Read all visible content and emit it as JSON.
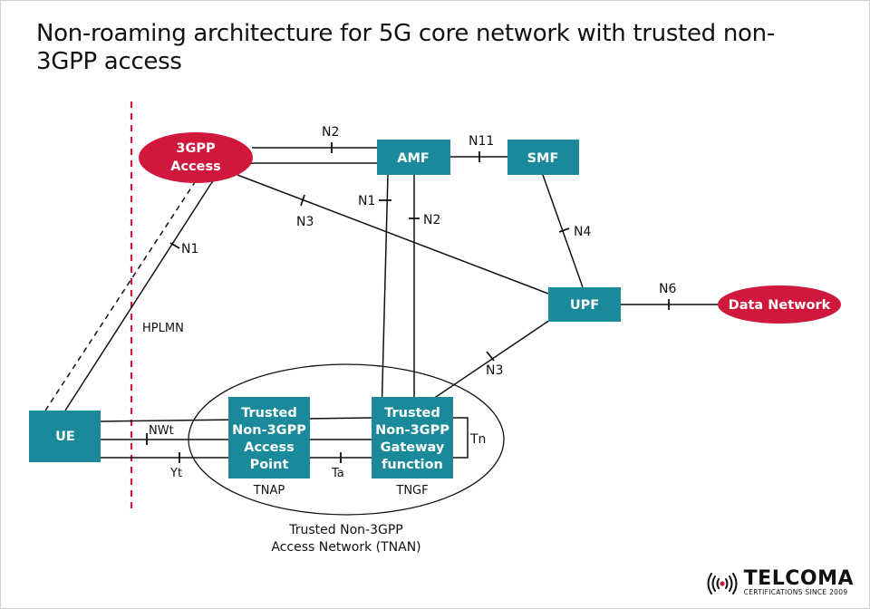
{
  "title": "Non-roaming architecture for 5G core network with trusted non-3GPP access",
  "colors": {
    "box_fill": "#1a8a9a",
    "ellipse_fill": "#d0183d",
    "boundary_line": "#d0183d",
    "line": "#111111"
  },
  "nodes": {
    "ue": "UE",
    "amf": "AMF",
    "smf": "SMF",
    "upf": "UPF",
    "access_3gpp": [
      "3GPP",
      "Access"
    ],
    "data_network": "Data Network",
    "tnap": [
      "Trusted",
      "Non-3GPP",
      "Access",
      "Point"
    ],
    "tngf": [
      "Trusted",
      "Non-3GPP",
      "Gateway",
      "function"
    ]
  },
  "interfaces": {
    "n2_top": "N2",
    "n11": "N11",
    "n1_amf": "N1",
    "n2_amf": "N2",
    "n3_upper": "N3",
    "n1_ue": "N1",
    "n4": "N4",
    "n6": "N6",
    "n3_lower": "N3",
    "nwt": "NWt",
    "yt": "Yt",
    "ta": "Ta",
    "tn": "Tn"
  },
  "labels": {
    "hplmn": "HPLMN",
    "tnap": "TNAP",
    "tngf": "TNGF",
    "tnan": [
      "Trusted Non-3GPP",
      "Access Network (TNAN)"
    ]
  },
  "brand": {
    "name": "TELCOMA",
    "tagline": "CERTIFICATIONS SINCE 2009",
    "icon": "signal-waves-icon"
  }
}
